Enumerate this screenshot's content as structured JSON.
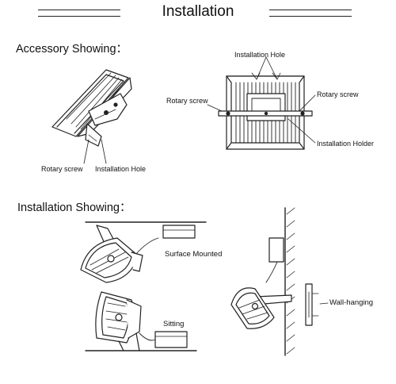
{
  "title": "Installation",
  "accessory": {
    "heading": "Accessory Showing：",
    "left_labels": {
      "rotary_screw": "Rotary screw",
      "installation_hole": "Installation Hole"
    },
    "right_labels": {
      "installation_hole": "Installation Hole",
      "rotary_screw_left": "Rotary screw",
      "rotary_screw_right": "Rotary screw",
      "installation_holder": "Installation Holder"
    }
  },
  "installation": {
    "heading": "Installation Showing：",
    "surface_mounted": "Surface Mounted",
    "sitting": "Sitting",
    "wall_hanging": "Wall-hanging"
  }
}
